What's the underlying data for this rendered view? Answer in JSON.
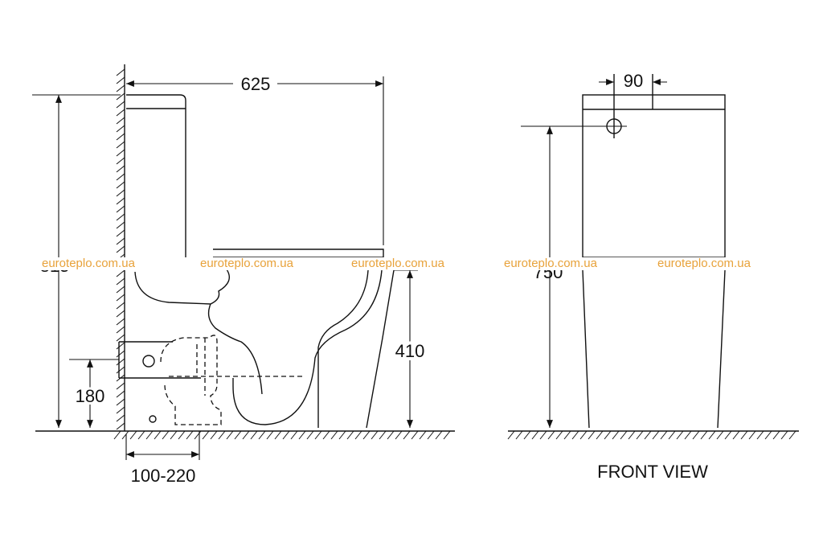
{
  "dimensions": {
    "overall_depth": "625",
    "side_height_partial": "815",
    "bowl_height": "410",
    "outlet_height": "180",
    "rough_in": "100-220",
    "inlet_offset": "90",
    "front_height_partial": "750"
  },
  "labels": {
    "front_view": "FRONT VIEW"
  },
  "watermark": {
    "text": "euroteplo.com.ua",
    "color": "#e8a23a"
  }
}
